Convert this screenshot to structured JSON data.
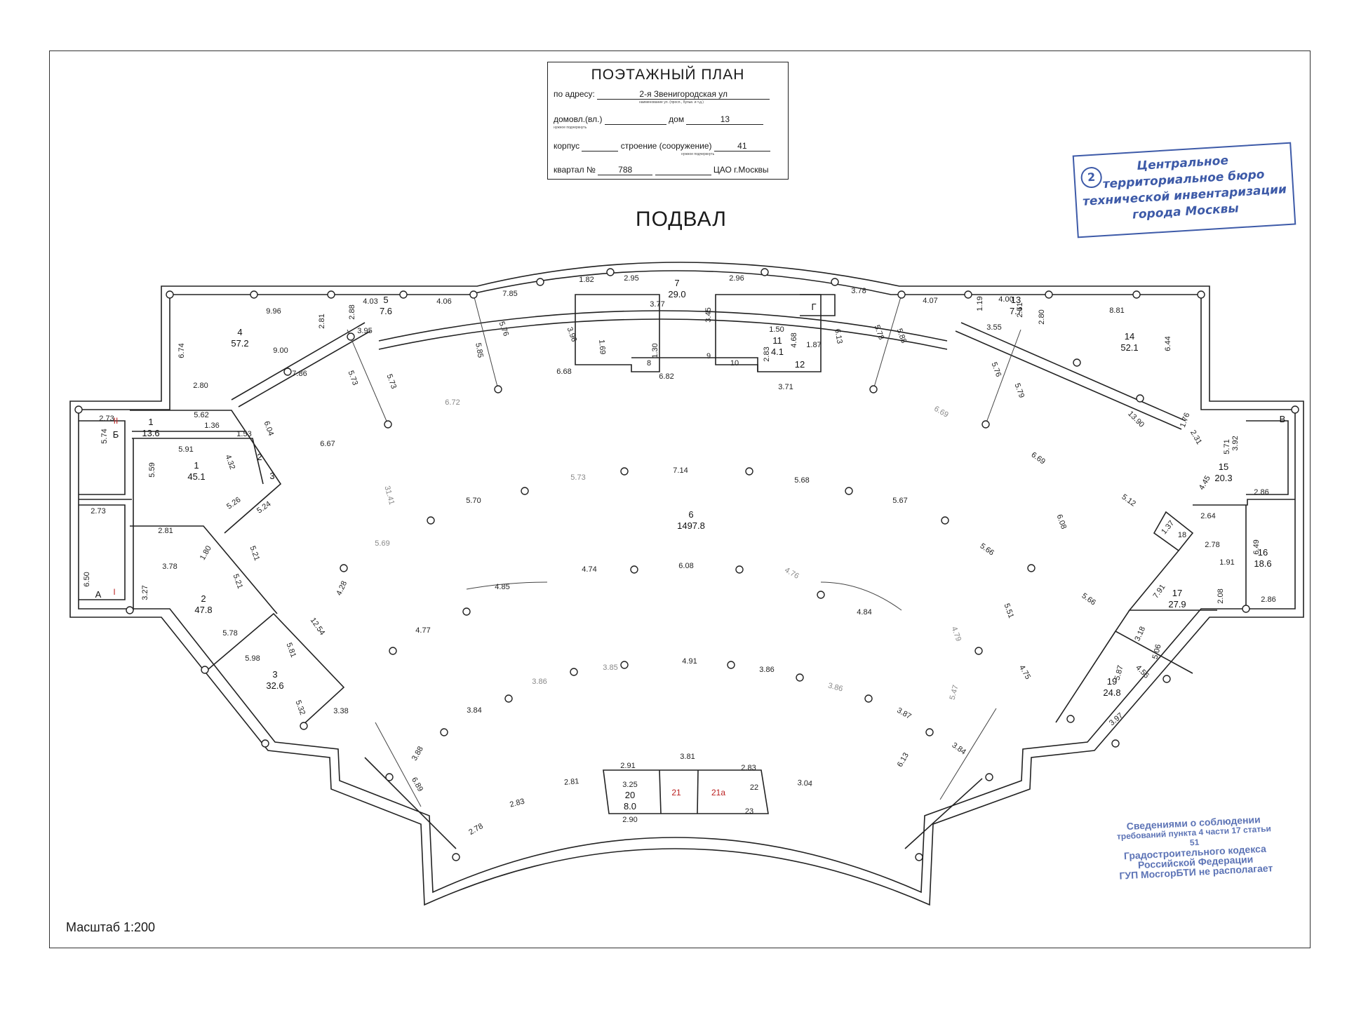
{
  "title_block": {
    "title": "ПОЭТАЖНЫЙ ПЛАН",
    "address_label": "по адресу:",
    "address_value": "2-я Звенигородская ул",
    "address_hint": "наименование ул. (просп., бульв. и т.д.)",
    "domovl_label": "домовл.(вл.)",
    "domovl_hint": "нужное подчеркнуть",
    "dom_label": "дом",
    "dom_value": "13",
    "korpus_label": "корпус",
    "stroenie_label": "строение (сооружение)",
    "stroenie_value": "41",
    "stroenie_hint": "нужное подчеркнуть",
    "kvartal_label": "квартал №",
    "kvartal_value": "788",
    "district": "ЦАО г.Москвы"
  },
  "floor_title": "ПОДВАЛ",
  "stamp_top": {
    "number": "2",
    "lines": [
      "Центральное",
      "территориальное бюро",
      "технической инвентаризации",
      "города Москвы"
    ]
  },
  "stamp_bottom": {
    "lines": [
      "Сведениями о соблюдении",
      "требований пункта 4 части 17 статьи 51",
      "Градостроительного кодекса",
      "Российской Федерации",
      "ГУП МосгорБТИ не располагает"
    ]
  },
  "scale": "Масштаб 1:200",
  "rooms": [
    {
      "no": "1",
      "area": "13.6"
    },
    {
      "no": "1",
      "area": "45.1"
    },
    {
      "no": "2",
      "area": "47.8"
    },
    {
      "no": "3",
      "area": "32.6"
    },
    {
      "no": "4",
      "area": "57.2"
    },
    {
      "no": "5",
      "area": "7.6"
    },
    {
      "no": "6",
      "area": "1497.8"
    },
    {
      "no": "7",
      "area": "29.0"
    },
    {
      "no": "11",
      "area": "4.1"
    },
    {
      "no": "13",
      "area": "7.7"
    },
    {
      "no": "14",
      "area": "52.1"
    },
    {
      "no": "15",
      "area": "20.3"
    },
    {
      "no": "16",
      "area": "18.6"
    },
    {
      "no": "17",
      "area": "27.9"
    },
    {
      "no": "19",
      "area": "24.8"
    },
    {
      "no": "20",
      "area": "8.0"
    }
  ],
  "room_marks": [
    "2",
    "3",
    "12",
    "8",
    "9",
    "10",
    "18",
    "22",
    "23",
    "21",
    "21a"
  ],
  "stair_marks": [
    "Б",
    "А",
    "Г",
    "В",
    "II",
    "I"
  ],
  "dimensions": {
    "dark": [
      "9.96",
      "6.74",
      "2.81",
      "2.88",
      "4.03",
      "4.06",
      "7.85",
      "1.82",
      "2.95",
      "2.96",
      "3.78",
      "4.07",
      "1.19",
      "4.00",
      "2.51",
      "2.80",
      "8.81",
      "6.44",
      "3.95",
      "5.73",
      "5.73",
      "9.00",
      "7.86",
      "2.80",
      "5.62",
      "2.73",
      "5.74",
      "1.36",
      "1.53",
      "6.04",
      "5.91",
      "4.32",
      "5.59",
      "6.67",
      "2.73",
      "2.81",
      "1.80",
      "3.78",
      "5.26",
      "5.24",
      "5.21",
      "5.21",
      "6.50",
      "3.27",
      "5.78",
      "5.98",
      "5.81",
      "5.32",
      "12.54",
      "3.38",
      "5.85",
      "5.76",
      "3.96",
      "1.69",
      "3.77",
      "3.45",
      "1.30",
      "6.68",
      "6.82",
      "1.50",
      "4.68",
      "1.87",
      "2.83",
      "6.13",
      "3.71",
      "5.78",
      "5.88",
      "3.55",
      "5.76",
      "5.79",
      "13.90",
      "1.76",
      "2.31",
      "3.92",
      "5.71",
      "2.86",
      "4.45",
      "2.64",
      "1.37",
      "2.78",
      "1.91",
      "6.49",
      "2.86",
      "2.08",
      "7.91",
      "3.18",
      "5.06",
      "5.87",
      "4.56",
      "3.97",
      "7.14",
      "5.70",
      "5.68",
      "5.67",
      "5.12",
      "6.69",
      "6.08",
      "5.66",
      "5.66",
      "4.28",
      "4.74",
      "6.08",
      "4.85",
      "4.84",
      "4.77",
      "5.51",
      "4.75",
      "4.91",
      "3.86",
      "3.84",
      "3.87",
      "3.88",
      "3.84",
      "6.13",
      "6.89",
      "2.78",
      "2.83",
      "2.81",
      "2.91",
      "3.81",
      "3.25",
      "2.90",
      "2.83",
      "3.04"
    ],
    "light": [
      "6.72",
      "31.41",
      "5.69",
      "5.73",
      "6.69",
      "4.76",
      "4.79",
      "3.85",
      "3.86",
      "3.86",
      "5.47"
    ]
  }
}
